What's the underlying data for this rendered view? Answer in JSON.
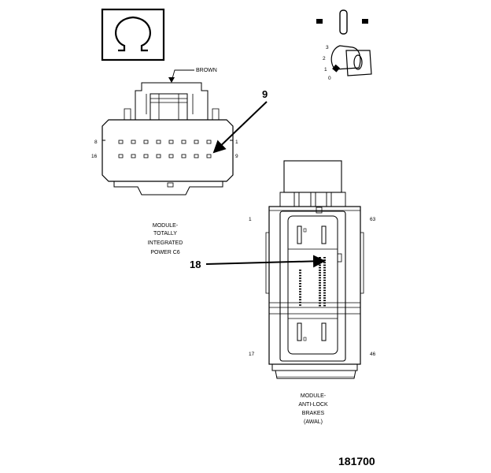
{
  "figure_number": "181700",
  "key_switch": {
    "positions": [
      "3",
      "2",
      "1",
      "0"
    ]
  },
  "connector_tipm": {
    "wire_color_label": "BROWN",
    "callout_number": "9",
    "pin_labels": {
      "top_left": "8",
      "top_right": "1",
      "bottom_left": "16",
      "bottom_right": "9"
    },
    "caption_lines": [
      "MODULE-",
      "TOTALLY",
      "INTEGRATED",
      "POWER C6"
    ]
  },
  "connector_abs": {
    "callout_number": "18",
    "pin_labels": {
      "top_left": "1",
      "top_right": "63",
      "bottom_left": "17",
      "bottom_right": "46"
    },
    "caption_lines": [
      "MODULE-",
      "ANTI-LOCK",
      "BRAKES",
      "(AWAL)"
    ]
  }
}
